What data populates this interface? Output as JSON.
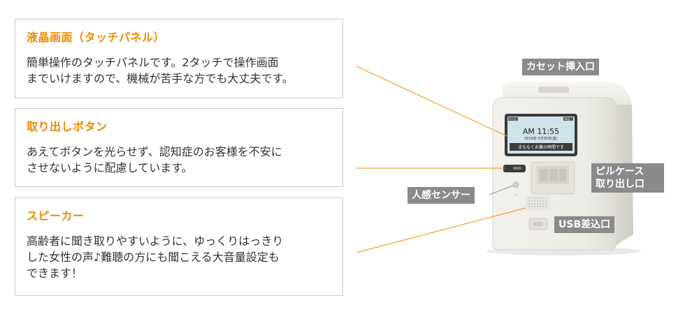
{
  "features": [
    {
      "title": "液晶画面（タッチパネル）",
      "text": "簡単操作のタッチパネルです。2タッチで操作画面\nまでいけますので、機械が苦手な方でも大丈夫です。"
    },
    {
      "title": "取り出しボタン",
      "text": "あえてボタンを光らせず、認知症のお客様を不安に\nさせないように配慮しています。"
    },
    {
      "title": "スピーカー",
      "text": "高齢者に聞き取りやすいように、ゆっくりはっきり\nした女性の声♪難聴の方にも聞こえる大音量設定も\nできます！"
    }
  ],
  "labels": {
    "cassette": "カセット挿入口",
    "pill_case": "ピルケース\n取り出し口",
    "sensor": "人感センサー",
    "usb": "USB差込口"
  },
  "device_screen": {
    "top_left": "ホーム",
    "top_right": "呼出",
    "time": "AM 11:55",
    "date": "2014年 5月30日(金)",
    "message": "まもなくお薬の時間です"
  },
  "colors": {
    "accent": "#ec8a00",
    "leader": "#f0a030",
    "tag_bg": "#8a8a8a",
    "card_border": "#c9c9c9"
  }
}
